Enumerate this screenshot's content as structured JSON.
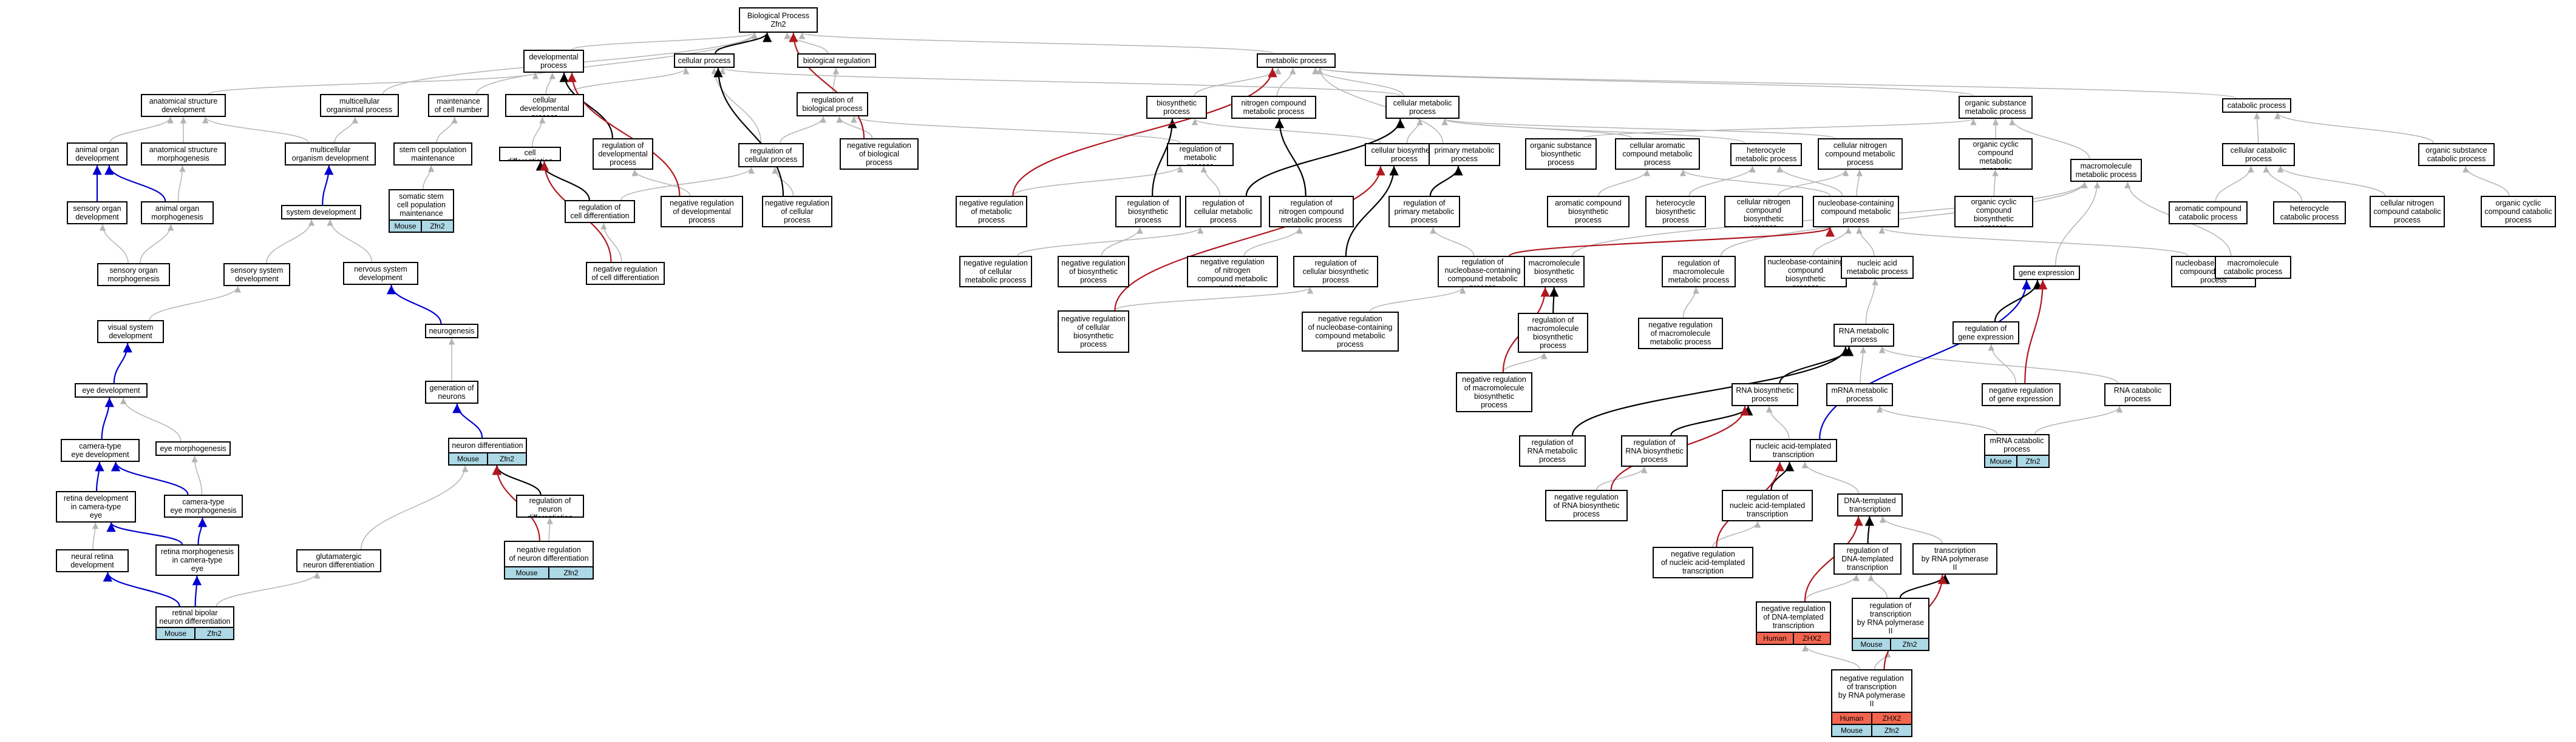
{
  "nodes": [
    {
      "id": "bp",
      "label": "Biological Process\nZfn2"
    },
    {
      "id": "dev",
      "label": "developmental\nprocess"
    },
    {
      "id": "cp",
      "label": "cellular process"
    },
    {
      "id": "breg",
      "label": "biological regulation"
    },
    {
      "id": "met",
      "label": "metabolic process"
    },
    {
      "id": "asd",
      "label": "anatomical structure\ndevelopment"
    },
    {
      "id": "mop",
      "label": "multicellular\norganismal process"
    },
    {
      "id": "mcn",
      "label": "maintenance\nof cell number"
    },
    {
      "id": "cdp",
      "label": "cellular developmental\nprocess"
    },
    {
      "id": "rbp",
      "label": "regulation of\nbiological process"
    },
    {
      "id": "nbp",
      "label": "negative regulation\nof biological\nprocess"
    },
    {
      "id": "bsp",
      "label": "biosynthetic\nprocess"
    },
    {
      "id": "ncm",
      "label": "nitrogen compound\nmetabolic process"
    },
    {
      "id": "cmp",
      "label": "cellular metabolic\nprocess"
    },
    {
      "id": "osm",
      "label": "organic substance\nmetabolic process"
    },
    {
      "id": "catp",
      "label": "catabolic process"
    },
    {
      "id": "aod",
      "label": "animal organ\ndevelopment"
    },
    {
      "id": "asm",
      "label": "anatomical structure\nmorphogenesis"
    },
    {
      "id": "mod",
      "label": "multicellular\norganism development"
    },
    {
      "id": "scpm",
      "label": "stem cell population\nmaintenance"
    },
    {
      "id": "cdiff",
      "label": "cell differentiation"
    },
    {
      "id": "rdp",
      "label": "regulation of\ndevelopmental\nprocess"
    },
    {
      "id": "rcp",
      "label": "regulation of\ncellular process"
    },
    {
      "id": "rmp",
      "label": "regulation of\nmetabolic process"
    },
    {
      "id": "cbsp",
      "label": "cellular biosynthetic\nprocess"
    },
    {
      "id": "pmp",
      "label": "primary metabolic\nprocess"
    },
    {
      "id": "osbp",
      "label": "organic substance\nbiosynthetic\nprocess"
    },
    {
      "id": "cacmp",
      "label": "cellular aromatic\ncompound metabolic\nprocess"
    },
    {
      "id": "hmp",
      "label": "heterocycle\nmetabolic process"
    },
    {
      "id": "cncmp",
      "label": "cellular nitrogen\ncompound metabolic\nprocess"
    },
    {
      "id": "occmp",
      "label": "organic cyclic\ncompound metabolic\nprocess"
    },
    {
      "id": "mmp",
      "label": "macromolecule\nmetabolic process"
    },
    {
      "id": "ccp",
      "label": "cellular catabolic\nprocess"
    },
    {
      "id": "oscp",
      "label": "organic substance\ncatabolic process"
    },
    {
      "id": "aomorph",
      "label": "animal organ\nmorphogenesis"
    },
    {
      "id": "sysdev",
      "label": "system development"
    },
    {
      "id": "sscpm",
      "label": "somatic stem\ncell population\nmaintenance",
      "ann": "mouse",
      "ann_org": "Mouse",
      "ann_gene": "Zfn2"
    },
    {
      "id": "rcd",
      "label": "regulation of\ncell differentiation"
    },
    {
      "id": "ndp",
      "label": "negative regulation\nof developmental\nprocess"
    },
    {
      "id": "ncp",
      "label": "negative regulation\nof cellular\nprocess"
    },
    {
      "id": "nrmp",
      "label": "negative regulation\nof metabolic\nprocess"
    },
    {
      "id": "rbsp",
      "label": "regulation of\nbiosynthetic\nprocess"
    },
    {
      "id": "rcmp",
      "label": "regulation of\ncellular metabolic\nprocess"
    },
    {
      "id": "rncmp",
      "label": "regulation of\nnitrogen compound\nmetabolic process"
    },
    {
      "id": "rpmp",
      "label": "regulation of\nprimary metabolic\nprocess"
    },
    {
      "id": "acbp",
      "label": "aromatic compound\nbiosynthetic\nprocess"
    },
    {
      "id": "hbp",
      "label": "heterocycle\nbiosynthetic\nprocess"
    },
    {
      "id": "cncbp",
      "label": "cellular nitrogen\ncompound biosynthetic\nprocess"
    },
    {
      "id": "nccmp",
      "label": "nucleobase-containing\ncompound metabolic\nprocess"
    },
    {
      "id": "occbp",
      "label": "organic cyclic\ncompound biosynthetic\nprocess"
    },
    {
      "id": "accp",
      "label": "aromatic compound\ncatabolic process"
    },
    {
      "id": "hcp",
      "label": "heterocycle\ncatabolic process"
    },
    {
      "id": "cnccp",
      "label": "cellular nitrogen\ncompound catabolic\nprocess"
    },
    {
      "id": "occcp",
      "label": "organic cyclic\ncompound catabolic\nprocess"
    },
    {
      "id": "sod",
      "label": "sensory organ\ndevelopment"
    },
    {
      "id": "som",
      "label": "sensory organ\nmorphogenesis"
    },
    {
      "id": "ssd",
      "label": "sensory system\ndevelopment"
    },
    {
      "id": "nsd",
      "label": "nervous system\ndevelopment"
    },
    {
      "id": "ncd",
      "label": "negative regulation\nof cell differentiation"
    },
    {
      "id": "nrcmp",
      "label": "negative regulation\nof cellular\nmetabolic process"
    },
    {
      "id": "nrbsp",
      "label": "negative regulation\nof biosynthetic\nprocess"
    },
    {
      "id": "nrncmp",
      "label": "negative regulation\nof nitrogen\ncompound metabolic process"
    },
    {
      "id": "rcbsp",
      "label": "regulation of\ncellular biosynthetic\nprocess"
    },
    {
      "id": "rnccmp",
      "label": "regulation of\nnucleobase-containing\ncompound metabolic\nprocess"
    },
    {
      "id": "mbsp",
      "label": "macromolecule\nbiosynthetic\nprocess"
    },
    {
      "id": "rmmp",
      "label": "regulation of\nmacromolecule\nmetabolic process"
    },
    {
      "id": "nccbp",
      "label": "nucleobase-containing\ncompound biosynthetic\nprocess"
    },
    {
      "id": "namp",
      "label": "nucleic acid\nmetabolic process"
    },
    {
      "id": "gexp",
      "label": "gene expression"
    },
    {
      "id": "nccp",
      "label": "nucleobase-containing\ncompound catabolic\nprocess"
    },
    {
      "id": "mcatp",
      "label": "macromolecule\ncatabolic process"
    },
    {
      "id": "vsd",
      "label": "visual system\ndevelopment"
    },
    {
      "id": "neurog",
      "label": "neurogenesis"
    },
    {
      "id": "nrcbsp",
      "label": "negative regulation\nof cellular\nbiosynthetic\nprocess"
    },
    {
      "id": "nrnccmp",
      "label": "negative regulation\nof nucleobase-containing\ncompound metabolic\nprocess"
    },
    {
      "id": "rmbsp",
      "label": "regulation of\nmacromolecule\nbiosynthetic\nprocess"
    },
    {
      "id": "nrmmp",
      "label": "negative regulation\nof macromolecule\nmetabolic process"
    },
    {
      "id": "rnamp",
      "label": "RNA metabolic\nprocess"
    },
    {
      "id": "rge",
      "label": "regulation of\ngene expression"
    },
    {
      "id": "eyedev",
      "label": "eye development"
    },
    {
      "id": "gon",
      "label": "generation of\nneurons"
    },
    {
      "id": "nrmbsp",
      "label": "negative regulation\nof macromolecule\nbiosynthetic\nprocess"
    },
    {
      "id": "rnabsp",
      "label": "RNA biosynthetic\nprocess"
    },
    {
      "id": "mrnamp",
      "label": "mRNA metabolic\nprocess"
    },
    {
      "id": "nrge",
      "label": "negative regulation\nof gene expression"
    },
    {
      "id": "rnacp",
      "label": "RNA catabolic\nprocess"
    },
    {
      "id": "ctedev",
      "label": "camera-type\neye development"
    },
    {
      "id": "eyemorph",
      "label": "eye morphogenesis"
    },
    {
      "id": "neurdiff",
      "label": "neuron differentiation",
      "ann": "mouse",
      "ann_org": "Mouse",
      "ann_gene": "Zfn2"
    },
    {
      "id": "rrnamp",
      "label": "regulation of\nRNA metabolic\nprocess"
    },
    {
      "id": "rrnabsp",
      "label": "regulation of\nRNA biosynthetic\nprocess"
    },
    {
      "id": "natt",
      "label": "nucleic acid-templated\ntranscription"
    },
    {
      "id": "mrnacp",
      "label": "mRNA catabolic\nprocess",
      "ann": "mouse",
      "ann_org": "Mouse",
      "ann_gene": "Zfn2"
    },
    {
      "id": "rdctedev",
      "label": "retina development\nin camera-type\neye"
    },
    {
      "id": "ctemorph",
      "label": "camera-type\neye morphogenesis"
    },
    {
      "id": "rnd",
      "label": "regulation of\nneuron differentiation"
    },
    {
      "id": "nrrnabsp",
      "label": "negative regulation\nof RNA biosynthetic\nprocess"
    },
    {
      "id": "rnatt",
      "label": "regulation of\nnucleic acid-templated\ntranscription"
    },
    {
      "id": "dtt",
      "label": "DNA-templated\ntranscription"
    },
    {
      "id": "nrd",
      "label": "neural retina\ndevelopment"
    },
    {
      "id": "rmcte",
      "label": "retina morphogenesis\nin camera-type\neye"
    },
    {
      "id": "gnd",
      "label": "glutamatergic\nneuron differentiation"
    },
    {
      "id": "nrnd",
      "label": "negative regulation\nof neuron differentiation",
      "ann": "mouse",
      "ann_org": "Mouse",
      "ann_gene": "Zfn2"
    },
    {
      "id": "nrnatt",
      "label": "negative regulation\nof nucleic acid-templated\ntranscription"
    },
    {
      "id": "rdtt",
      "label": "regulation of\nDNA-templated\ntranscription"
    },
    {
      "id": "tbrp",
      "label": "transcription\nby RNA polymerase\nII"
    },
    {
      "id": "rbnd",
      "label": "retinal bipolar\nneuron differentiation",
      "ann": "mouse",
      "ann_org": "Mouse",
      "ann_gene": "Zfn2"
    },
    {
      "id": "nrdtt",
      "label": "negative regulation\nof DNA-templated\ntranscription",
      "ann": "human",
      "ann_org": "Human",
      "ann_gene": "ZHX2"
    },
    {
      "id": "rtbrp",
      "label": "regulation of\ntranscription\nby RNA polymerase\nII",
      "ann": "mouse",
      "ann_org": "Mouse",
      "ann_gene": "Zfn2"
    },
    {
      "id": "nrtbrp",
      "label": "negative regulation\nof transcription\nby RNA polymerase\nII",
      "ann": "both",
      "ann_org": "Human",
      "ann_gene": "ZHX2",
      "ann2_org": "Mouse",
      "ann2_gene": "Zfn2"
    }
  ],
  "edges": [
    [
      "dev",
      "bp",
      "gray"
    ],
    [
      "cp",
      "bp",
      "black"
    ],
    [
      "breg",
      "bp",
      "gray"
    ],
    [
      "met",
      "bp",
      "gray"
    ],
    [
      "nbp",
      "bp",
      "red"
    ],
    [
      "asd",
      "dev",
      "gray"
    ],
    [
      "mop",
      "bp",
      "gray"
    ],
    [
      "mcn",
      "bp",
      "gray"
    ],
    [
      "cdp",
      "dev",
      "gray"
    ],
    [
      "cdp",
      "cp",
      "gray"
    ],
    [
      "rbp",
      "breg",
      "gray"
    ],
    [
      "nbp",
      "rbp",
      "gray"
    ],
    [
      "bsp",
      "met",
      "gray"
    ],
    [
      "ncm",
      "met",
      "gray"
    ],
    [
      "cmp",
      "met",
      "gray"
    ],
    [
      "cmp",
      "cp",
      "gray"
    ],
    [
      "osm",
      "met",
      "gray"
    ],
    [
      "catp",
      "met",
      "gray"
    ],
    [
      "aod",
      "asd",
      "gray"
    ],
    [
      "asm",
      "asd",
      "gray"
    ],
    [
      "mod",
      "asd",
      "gray"
    ],
    [
      "mod",
      "mop",
      "gray"
    ],
    [
      "scpm",
      "mcn",
      "gray"
    ],
    [
      "cdiff",
      "cdp",
      "gray"
    ],
    [
      "rdp",
      "dev",
      "black"
    ],
    [
      "rcp",
      "cp",
      "gray"
    ],
    [
      "rcp",
      "rbp",
      "gray"
    ],
    [
      "rmp",
      "rbp",
      "gray"
    ],
    [
      "cbsp",
      "bsp",
      "gray"
    ],
    [
      "cbsp",
      "cmp",
      "gray"
    ],
    [
      "pmp",
      "met",
      "gray"
    ],
    [
      "osbp",
      "osm",
      "gray"
    ],
    [
      "cacmp",
      "cmp",
      "gray"
    ],
    [
      "hmp",
      "cmp",
      "gray"
    ],
    [
      "cncmp",
      "cmp",
      "gray"
    ],
    [
      "occmp",
      "osm",
      "gray"
    ],
    [
      "mmp",
      "osm",
      "gray"
    ],
    [
      "ccp",
      "catp",
      "gray"
    ],
    [
      "oscp",
      "catp",
      "gray"
    ],
    [
      "aomorph",
      "asm",
      "gray"
    ],
    [
      "aomorph",
      "aod",
      "blue"
    ],
    [
      "sysdev",
      "mod",
      "blue"
    ],
    [
      "sscpm",
      "scpm",
      "gray"
    ],
    [
      "rcd",
      "cdiff",
      "black"
    ],
    [
      "rcd",
      "rcp",
      "gray"
    ],
    [
      "ndp",
      "rdp",
      "gray"
    ],
    [
      "ndp",
      "dev",
      "red"
    ],
    [
      "ncp",
      "rcp",
      "gray"
    ],
    [
      "ncp",
      "cp",
      "black"
    ],
    [
      "nrmp",
      "rmp",
      "gray"
    ],
    [
      "nrmp",
      "met",
      "red"
    ],
    [
      "rbsp",
      "bsp",
      "black"
    ],
    [
      "rcmp",
      "rmp",
      "gray"
    ],
    [
      "rcmp",
      "cmp",
      "black"
    ],
    [
      "rncmp",
      "ncm",
      "black"
    ],
    [
      "rpmp",
      "pmp",
      "black"
    ],
    [
      "acbp",
      "cacmp",
      "gray"
    ],
    [
      "hbp",
      "hmp",
      "gray"
    ],
    [
      "cncbp",
      "cncmp",
      "gray"
    ],
    [
      "nccmp",
      "cacmp",
      "gray"
    ],
    [
      "nccmp",
      "hmp",
      "gray"
    ],
    [
      "nccmp",
      "cncmp",
      "gray"
    ],
    [
      "occbp",
      "occmp",
      "gray"
    ],
    [
      "accp",
      "ccp",
      "gray"
    ],
    [
      "hcp",
      "ccp",
      "gray"
    ],
    [
      "cnccp",
      "ccp",
      "gray"
    ],
    [
      "occcp",
      "oscp",
      "gray"
    ],
    [
      "sod",
      "aod",
      "blue"
    ],
    [
      "som",
      "aomorph",
      "gray"
    ],
    [
      "som",
      "sod",
      "gray"
    ],
    [
      "ssd",
      "sysdev",
      "gray"
    ],
    [
      "nsd",
      "sysdev",
      "gray"
    ],
    [
      "ncd",
      "rcd",
      "gray"
    ],
    [
      "ncd",
      "cdiff",
      "red"
    ],
    [
      "nrcmp",
      "rcmp",
      "gray"
    ],
    [
      "nrbsp",
      "rbsp",
      "gray"
    ],
    [
      "nrncmp",
      "rncmp",
      "gray"
    ],
    [
      "rcbsp",
      "cbsp",
      "black"
    ],
    [
      "rnccmp",
      "nccmp",
      "red"
    ],
    [
      "rnccmp",
      "rpmp",
      "gray"
    ],
    [
      "mbsp",
      "mmp",
      "gray"
    ],
    [
      "rmmp",
      "mmp",
      "gray"
    ],
    [
      "nccbp",
      "nccmp",
      "gray"
    ],
    [
      "namp",
      "nccmp",
      "gray"
    ],
    [
      "gexp",
      "mmp",
      "gray"
    ],
    [
      "nccp",
      "nccmp",
      "gray"
    ],
    [
      "mcatp",
      "mmp",
      "gray"
    ],
    [
      "vsd",
      "ssd",
      "gray"
    ],
    [
      "neurog",
      "nsd",
      "blue"
    ],
    [
      "nrcbsp",
      "rcbsp",
      "gray"
    ],
    [
      "nrcbsp",
      "cbsp",
      "red"
    ],
    [
      "nrnccmp",
      "rnccmp",
      "gray"
    ],
    [
      "rmbsp",
      "mbsp",
      "black"
    ],
    [
      "nrmmp",
      "rmmp",
      "gray"
    ],
    [
      "rnamp",
      "namp",
      "gray"
    ],
    [
      "rge",
      "gexp",
      "black"
    ],
    [
      "eyedev",
      "vsd",
      "blue"
    ],
    [
      "gon",
      "neurog",
      "gray"
    ],
    [
      "nrmbsp",
      "rmbsp",
      "gray"
    ],
    [
      "nrmbsp",
      "mbsp",
      "red"
    ],
    [
      "rnabsp",
      "rnamp",
      "black"
    ],
    [
      "mrnamp",
      "rnamp",
      "gray"
    ],
    [
      "nrge",
      "rge",
      "gray"
    ],
    [
      "nrge",
      "gexp",
      "red"
    ],
    [
      "rnacp",
      "rnamp",
      "gray"
    ],
    [
      "ctedev",
      "eyedev",
      "blue"
    ],
    [
      "eyemorph",
      "eyedev",
      "gray"
    ],
    [
      "neurdiff",
      "gon",
      "blue"
    ],
    [
      "rrnamp",
      "rnamp",
      "black"
    ],
    [
      "rrnabsp",
      "rnabsp",
      "black"
    ],
    [
      "natt",
      "rnabsp",
      "gray"
    ],
    [
      "natt",
      "gexp",
      "blue"
    ],
    [
      "mrnacp",
      "mrnamp",
      "gray"
    ],
    [
      "mrnacp",
      "rnacp",
      "gray"
    ],
    [
      "rdctedev",
      "ctedev",
      "blue"
    ],
    [
      "ctemorph",
      "ctedev",
      "blue"
    ],
    [
      "ctemorph",
      "eyemorph",
      "gray"
    ],
    [
      "rnd",
      "neurdiff",
      "black"
    ],
    [
      "nrrnabsp",
      "rrnabsp",
      "gray"
    ],
    [
      "nrrnabsp",
      "rnabsp",
      "red"
    ],
    [
      "rnatt",
      "natt",
      "black"
    ],
    [
      "dtt",
      "natt",
      "gray"
    ],
    [
      "nrd",
      "rdctedev",
      "gray"
    ],
    [
      "rmcte",
      "rdctedev",
      "blue"
    ],
    [
      "rmcte",
      "ctemorph",
      "blue"
    ],
    [
      "gnd",
      "neurdiff",
      "gray"
    ],
    [
      "nrnd",
      "rnd",
      "gray"
    ],
    [
      "nrnd",
      "neurdiff",
      "red"
    ],
    [
      "nrnatt",
      "rnatt",
      "gray"
    ],
    [
      "nrnatt",
      "natt",
      "red"
    ],
    [
      "rdtt",
      "dtt",
      "black"
    ],
    [
      "tbrp",
      "dtt",
      "gray"
    ],
    [
      "rbnd",
      "nrd",
      "blue"
    ],
    [
      "rbnd",
      "rmcte",
      "blue"
    ],
    [
      "rbnd",
      "gnd",
      "gray"
    ],
    [
      "nrdtt",
      "rdtt",
      "gray"
    ],
    [
      "nrdtt",
      "dtt",
      "red"
    ],
    [
      "rtbrp",
      "tbrp",
      "black"
    ],
    [
      "rtbrp",
      "rdtt",
      "gray"
    ],
    [
      "nrtbrp",
      "rtbrp",
      "gray"
    ],
    [
      "nrtbrp",
      "tbrp",
      "red"
    ],
    [
      "nrtbrp",
      "nrdtt",
      "gray"
    ]
  ],
  "edge_colors": {
    "gray": "#b4b4b4",
    "black": "#000000",
    "red": "#b0171f",
    "blue": "#0000cd"
  },
  "annotation_colors": {
    "mouse": "#add8e6",
    "human": "#f4654f"
  }
}
